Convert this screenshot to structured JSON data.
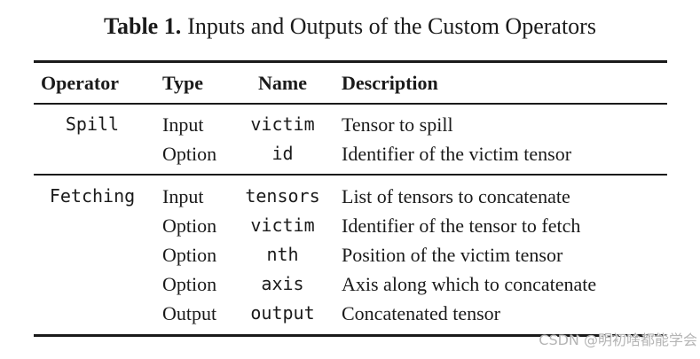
{
  "caption": {
    "label": "Table 1.",
    "text": "Inputs and Outputs of the Custom Operators"
  },
  "table": {
    "headers": [
      "Operator",
      "Type",
      "Name",
      "Description"
    ],
    "groups": [
      {
        "operator": "Spill",
        "rows": [
          {
            "type": "Input",
            "name": "victim",
            "desc": "Tensor to spill"
          },
          {
            "type": "Option",
            "name": "id",
            "desc": "Identifier of the victim tensor"
          }
        ]
      },
      {
        "operator": "Fetching",
        "rows": [
          {
            "type": "Input",
            "name": "tensors",
            "desc": "List of tensors to concatenate"
          },
          {
            "type": "Option",
            "name": "victim",
            "desc": "Identifier of the tensor to fetch"
          },
          {
            "type": "Option",
            "name": "nth",
            "desc": "Position of the victim tensor"
          },
          {
            "type": "Option",
            "name": "axis",
            "desc": "Axis along which to concatenate"
          },
          {
            "type": "Output",
            "name": "output",
            "desc": "Concatenated tensor"
          }
        ]
      }
    ]
  },
  "watermark": "CSDN @明初啥都能学会",
  "colors": {
    "text": "#1a1a1a",
    "rule": "#1a1a1a",
    "watermark": "#b5b5b5",
    "background": "#ffffff"
  }
}
